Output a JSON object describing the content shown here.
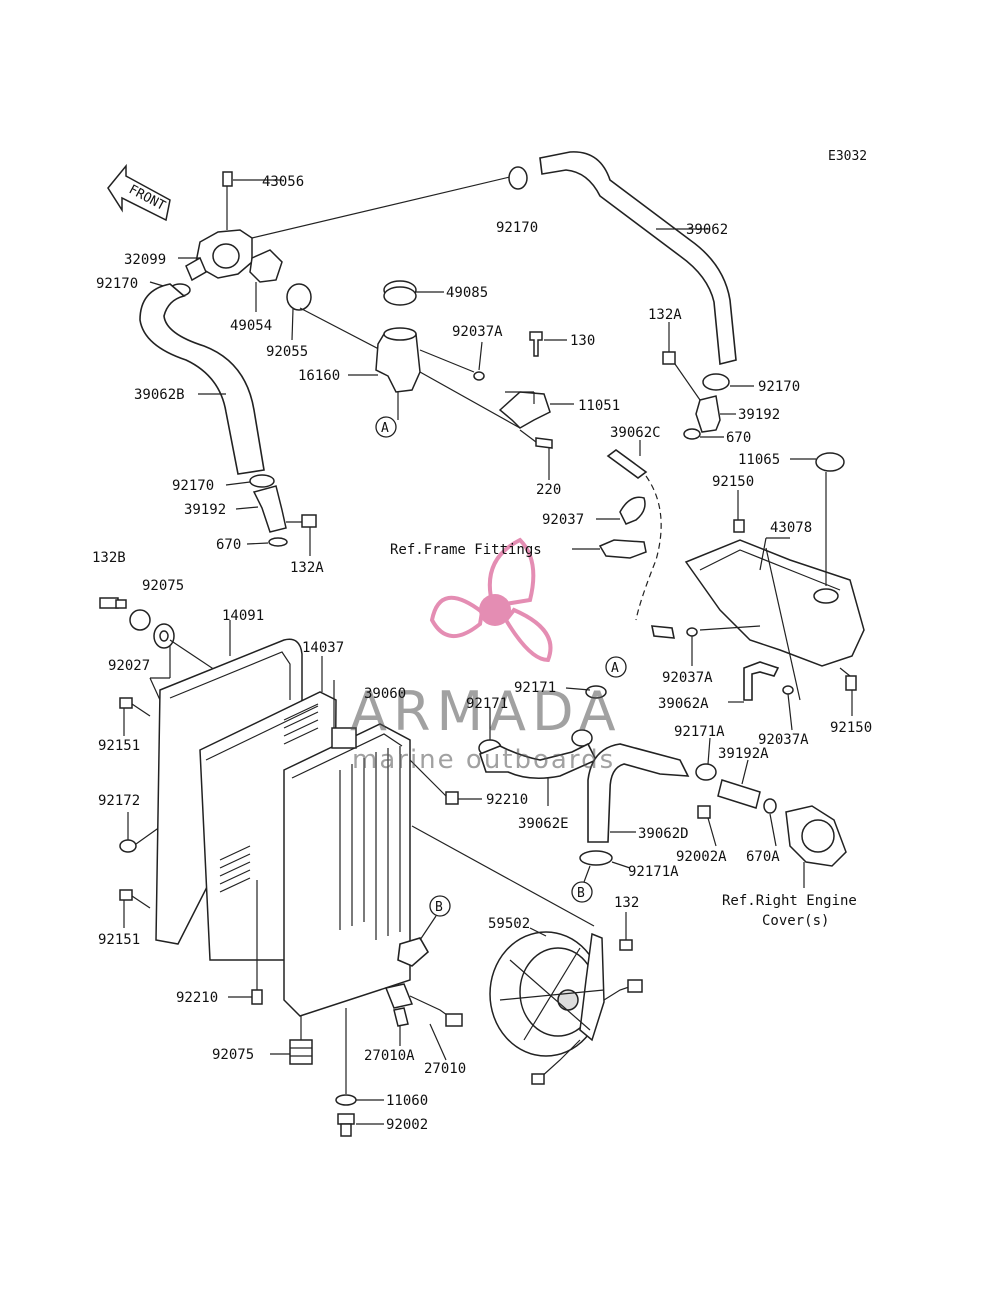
{
  "diagram_code": "E3032",
  "front_arrow_text": "FRONT",
  "watermark": {
    "brand": "ARMADA",
    "tagline": "marine outboards",
    "logo_color": "#e07aa6"
  },
  "labels": {
    "l43056": "43056",
    "l32099": "32099",
    "l92170a": "92170",
    "l49054": "49054",
    "l92055": "92055",
    "l39062B": "39062B",
    "l92170b": "92170",
    "l39192a": "39192",
    "l670a": "670",
    "l132Aa": "132A",
    "l92170c": "92170",
    "l39062": "39062",
    "l49085": "49085",
    "l92037Aa": "92037A",
    "l130": "130",
    "l16160": "16160",
    "l11051": "11051",
    "l220": "220",
    "l132Ab": "132A",
    "l92170d": "92170",
    "l39192b": "39192",
    "l670b": "670",
    "l39062C": "39062C",
    "l11065": "11065",
    "l92150a": "92150",
    "l43078": "43078",
    "l92037a": "92037",
    "ref_frame": "Ref.Frame Fittings",
    "l132B": "132B",
    "l92075a": "92075",
    "l14091": "14091",
    "l14037": "14037",
    "l92027": "92027",
    "l39060": "39060",
    "l92171a": "92171",
    "l92171b": "92171",
    "l92037Ab": "92037A",
    "l39062A": "39062A",
    "l92037Ac": "92037A",
    "l92150b": "92150",
    "l92151a": "92151",
    "l92172": "92172",
    "l92210a": "92210",
    "l39062E": "39062E",
    "l92171A": "92171A",
    "l39192A": "39192A",
    "l39062D": "39062D",
    "l92002A": "92002A",
    "l670A": "670A",
    "l92171Ab": "92171A",
    "ref_engine_1": "Ref.Right Engine",
    "ref_engine_2": "Cover(s)",
    "l92151b": "92151",
    "l59502": "59502",
    "l132": "132",
    "l92210b": "92210",
    "l27010A": "27010A",
    "l27010": "27010",
    "l92075b": "92075",
    "l11060": "11060",
    "l92002": "92002"
  },
  "ref_markers": {
    "A1": "A",
    "A2": "A",
    "B1": "B",
    "B2": "B"
  }
}
